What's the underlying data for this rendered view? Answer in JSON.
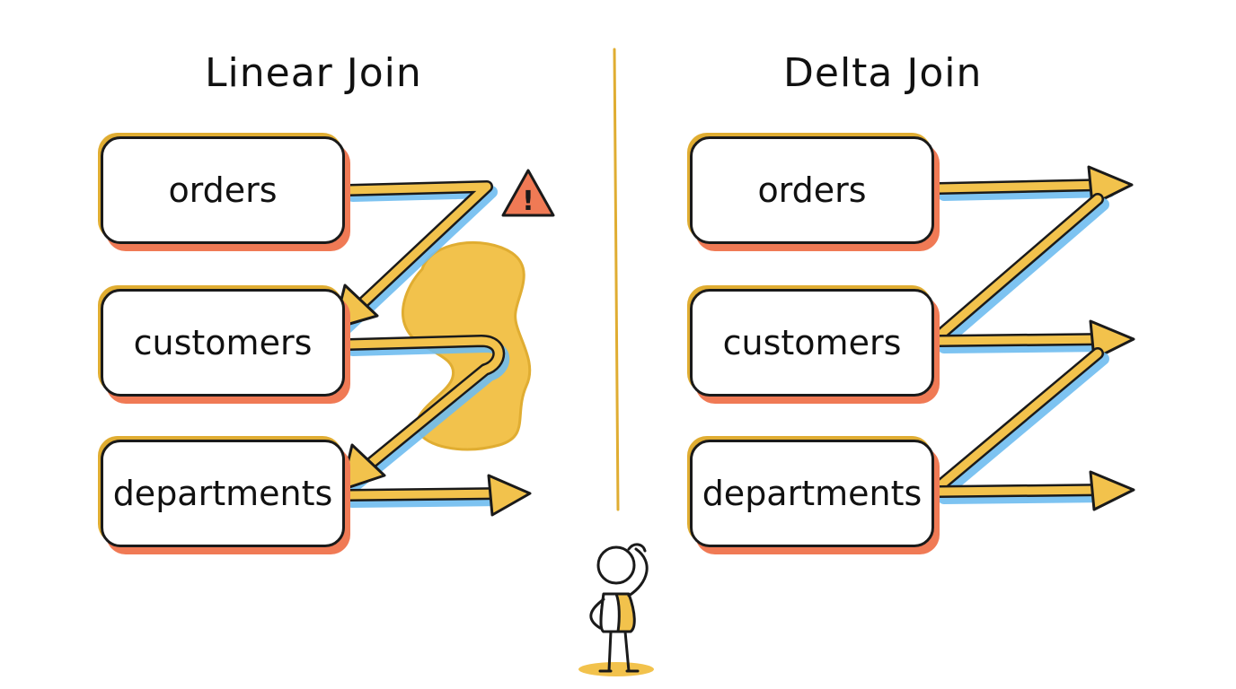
{
  "left_panel": {
    "title": "Linear Join",
    "tables": [
      "orders",
      "customers",
      "departments"
    ]
  },
  "right_panel": {
    "title": "Delta Join",
    "tables": [
      "orders",
      "customers",
      "departments"
    ]
  },
  "warning": {
    "glyph": "!",
    "icon": "warning-triangle-icon"
  },
  "figure": {
    "icon": "confused-person-icon"
  },
  "colors": {
    "ink": "#1a1a1a",
    "accent_yellow": "#f2c24c",
    "accent_yellow_dark": "#e0ad32",
    "shadow_red": "#f07a55",
    "shadow_blue": "#6fbcf0",
    "warning_fill": "#f07a55"
  }
}
